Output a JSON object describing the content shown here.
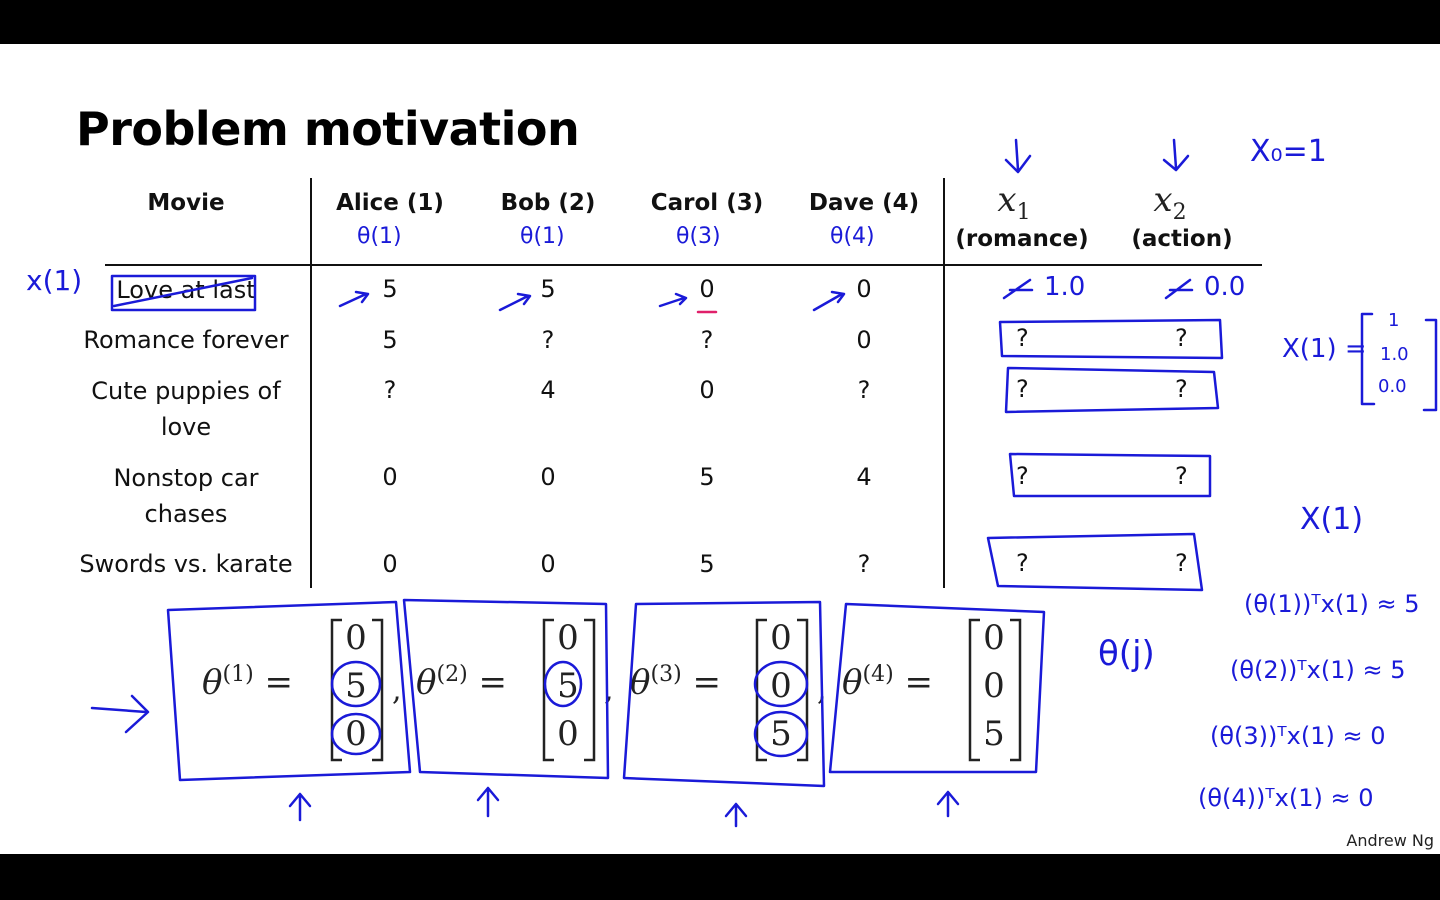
{
  "title": "Problem motivation",
  "table": {
    "headers": [
      "Movie",
      "Alice (1)",
      "Bob (2)",
      "Carol (3)",
      "Dave (4)"
    ],
    "features": [
      {
        "symbol": "x",
        "sub": "1",
        "label": "(romance)"
      },
      {
        "symbol": "x",
        "sub": "2",
        "label": "(action)"
      }
    ],
    "rows": [
      {
        "movie": "Love at last",
        "ratings": [
          "5",
          "5",
          "0",
          "0"
        ]
      },
      {
        "movie": "Romance forever",
        "ratings": [
          "5",
          "?",
          "?",
          "0"
        ]
      },
      {
        "movie": "Cute puppies of love",
        "ratings": [
          "?",
          "4",
          "0",
          "?"
        ]
      },
      {
        "movie": "Nonstop car chases",
        "ratings": [
          "0",
          "0",
          "5",
          "4"
        ]
      },
      {
        "movie": "Swords vs. karate",
        "ratings": [
          "0",
          "0",
          "5",
          "?"
        ]
      }
    ]
  },
  "theta_vectors": [
    {
      "label": "θ",
      "sup": "(1)",
      "values": [
        "0",
        "5",
        "0"
      ]
    },
    {
      "label": "θ",
      "sup": "(2)",
      "values": [
        "0",
        "5",
        "0"
      ]
    },
    {
      "label": "θ",
      "sup": "(3)",
      "values": [
        "0",
        "0",
        "5"
      ]
    },
    {
      "label": "θ",
      "sup": "(4)",
      "values": [
        "0",
        "0",
        "5"
      ]
    }
  ],
  "annotations": {
    "user_thetas": [
      "θ(1)",
      "θ(1)",
      "θ(3)",
      "θ(4)"
    ],
    "row_label": "x(1)",
    "x0": "X₀=1",
    "feature_values": [
      "1.0",
      "0.0"
    ],
    "feature_missing": [
      "?",
      "?",
      "?",
      "?",
      "?",
      "?",
      "?",
      "?"
    ],
    "x1_vector_label": "X(1) =",
    "x1_vector": [
      "1",
      "1.0",
      "0.0"
    ],
    "x1_label": "X(1)",
    "theta_j": "θ(j)",
    "approx": [
      "(θ(1))ᵀx(1) ≈ 5",
      "(θ(2))ᵀx(1) ≈ 5",
      "(θ(3))ᵀx(1) ≈ 0",
      "(θ(4))ᵀx(1) ≈ 0"
    ]
  },
  "credit": "Andrew Ng",
  "colors": {
    "ink": "#1a1ad8",
    "text": "#111111",
    "background": "#ffffff",
    "frame": "#000000"
  }
}
